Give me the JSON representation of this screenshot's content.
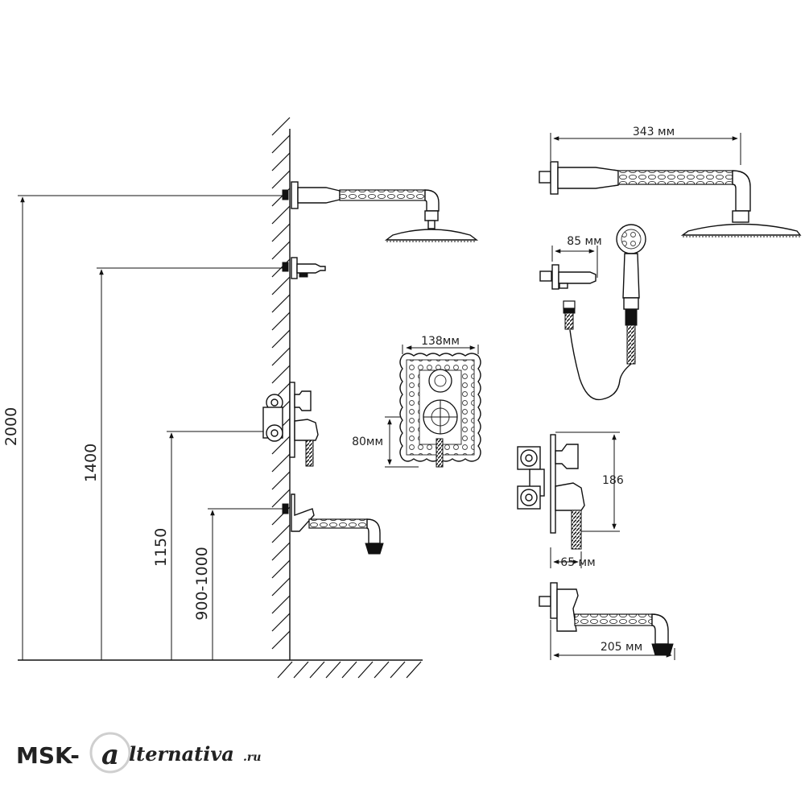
{
  "dimensions": {
    "height_shower_arm": "2000",
    "height_hand_holder": "1400",
    "height_mixer": "1150",
    "height_spout": "900-1000",
    "shower_arm_length": "343 мм",
    "hand_holder_length": "85 мм",
    "plate_width": "138мм",
    "plate_offset": "80мм",
    "mixer_height": "186",
    "mixer_depth": "65 мм",
    "spout_length": "205 мм"
  },
  "watermark": {
    "left": "MSK-",
    "right": "lternativa",
    "suffix": ".ru"
  }
}
